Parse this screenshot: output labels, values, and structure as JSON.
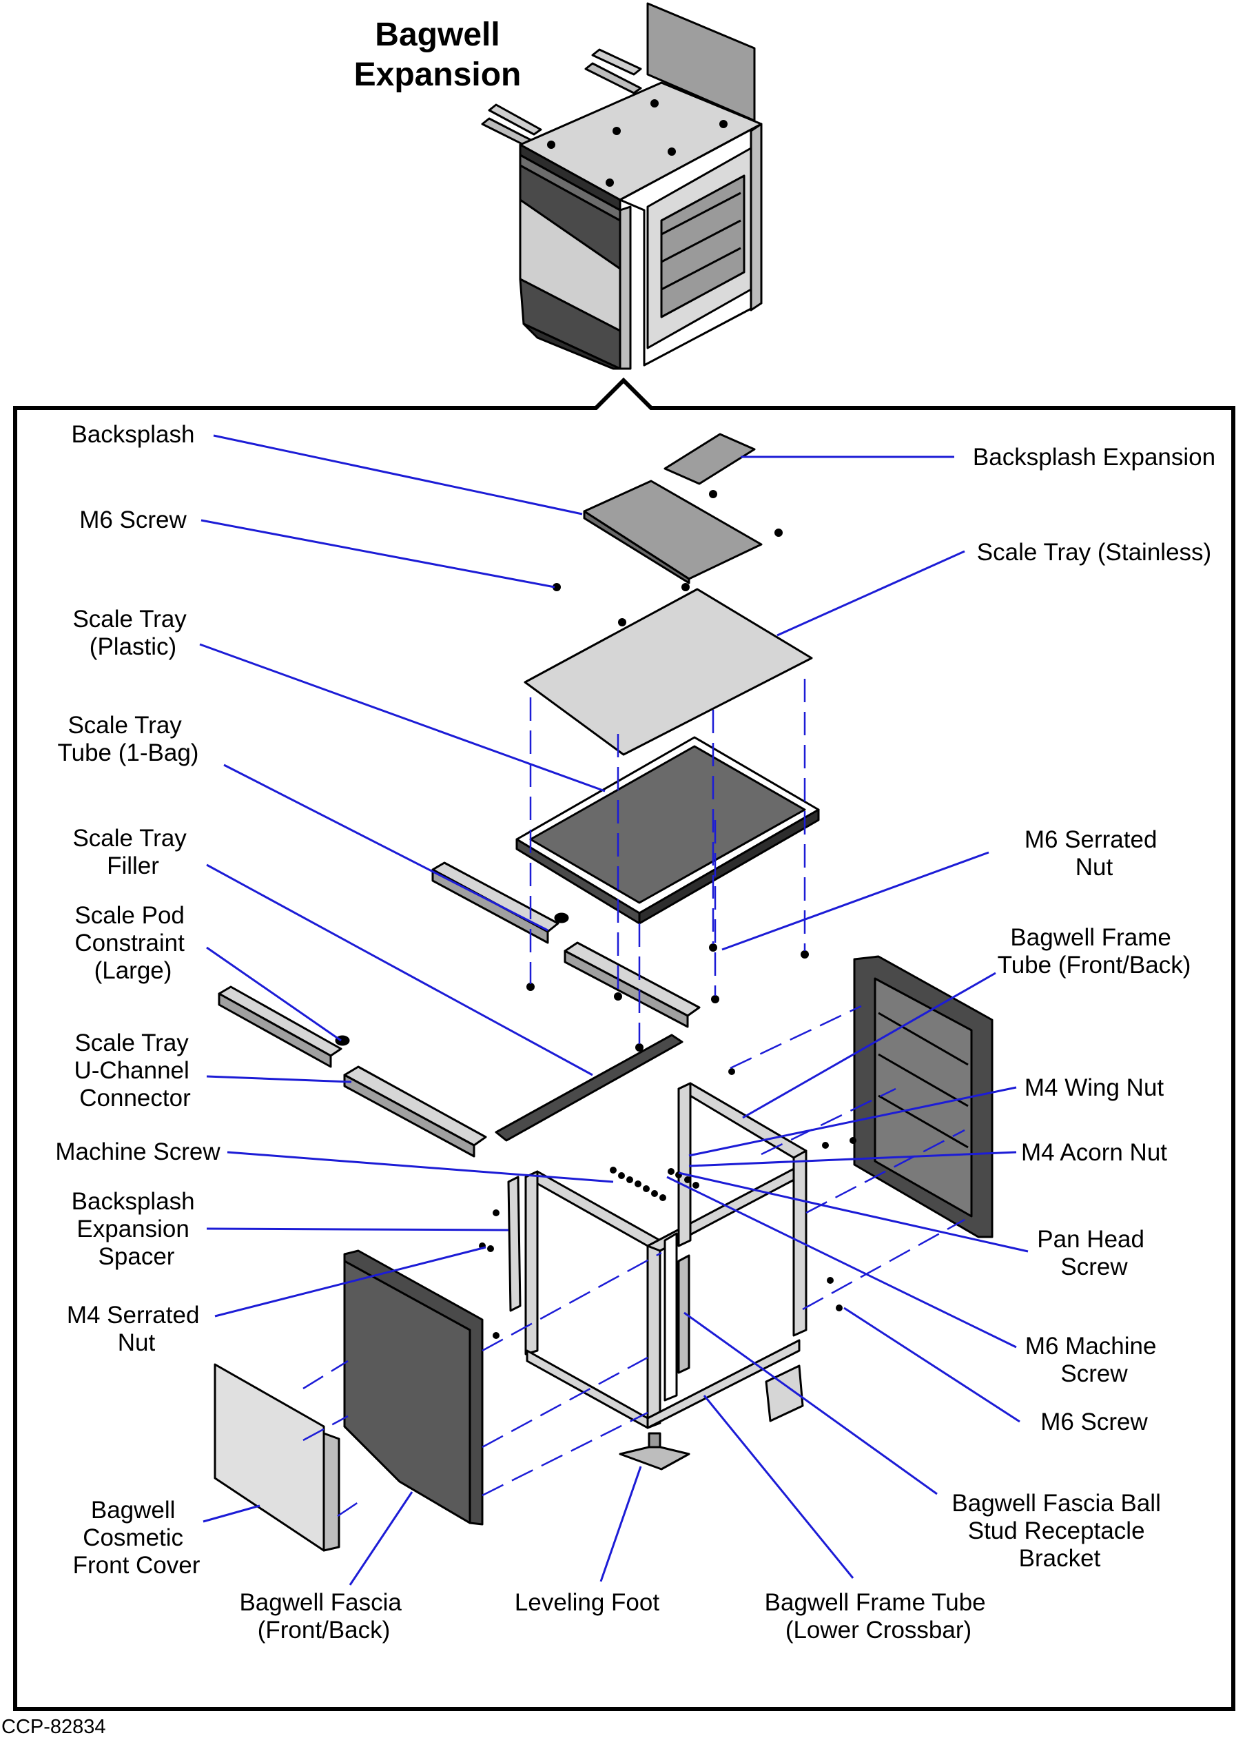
{
  "title": [
    "Bagwell",
    "Expansion"
  ],
  "code": "CCP-82834",
  "colors": {
    "leader": "#1c1cd6",
    "outline": "#000000",
    "part_fill": "#d9d9d9",
    "dark_fill": "#4f4f4f",
    "mid_fill": "#9a9a9a"
  },
  "labels": {
    "backsplash": [
      "Backsplash"
    ],
    "backsplash_expansion": [
      "Backsplash Expansion"
    ],
    "m6_screw_top": [
      "M6 Screw"
    ],
    "scale_tray_stainless": [
      "Scale Tray (Stainless)"
    ],
    "scale_tray_plastic": [
      "Scale Tray",
      "(Plastic)"
    ],
    "scale_tray_tube": [
      "Scale Tray",
      "Tube (1-Bag)"
    ],
    "scale_tray_filler": [
      "Scale Tray",
      "Filler"
    ],
    "m6_serrated_nut": [
      "M6 Serrated",
      "Nut"
    ],
    "scale_pod_constraint": [
      "Scale Pod",
      "Constraint",
      "(Large)"
    ],
    "bagwell_frame_tube_front_back": [
      "Bagwell Frame",
      "Tube (Front/Back)"
    ],
    "scale_tray_u_channel": [
      "Scale Tray",
      "U-Channel",
      "Connector"
    ],
    "m4_wing_nut": [
      "M4 Wing Nut"
    ],
    "machine_screw": [
      "Machine Screw"
    ],
    "m4_acorn_nut": [
      "M4 Acorn Nut"
    ],
    "backsplash_expansion_spacer": [
      "Backsplash",
      "Expansion",
      "Spacer"
    ],
    "pan_head_screw": [
      "Pan Head",
      "Screw"
    ],
    "m4_serrated_nut": [
      "M4 Serrated",
      "Nut"
    ],
    "m6_machine_screw": [
      "M6 Machine",
      "Screw"
    ],
    "m6_screw_bottom": [
      "M6 Screw"
    ],
    "bagwell_fascia_ball_stud": [
      "Bagwell Fascia Ball",
      "Stud Receptacle",
      "Bracket"
    ],
    "bagwell_cosmetic_front_cover": [
      "Bagwell",
      "Cosmetic",
      "Front Cover"
    ],
    "bagwell_fascia_front_back": [
      "Bagwell Fascia",
      "(Front/Back)"
    ],
    "leveling_foot": [
      "Leveling Foot"
    ],
    "bagwell_frame_tube_lower": [
      "Bagwell Frame Tube",
      "(Lower Crossbar)"
    ]
  }
}
